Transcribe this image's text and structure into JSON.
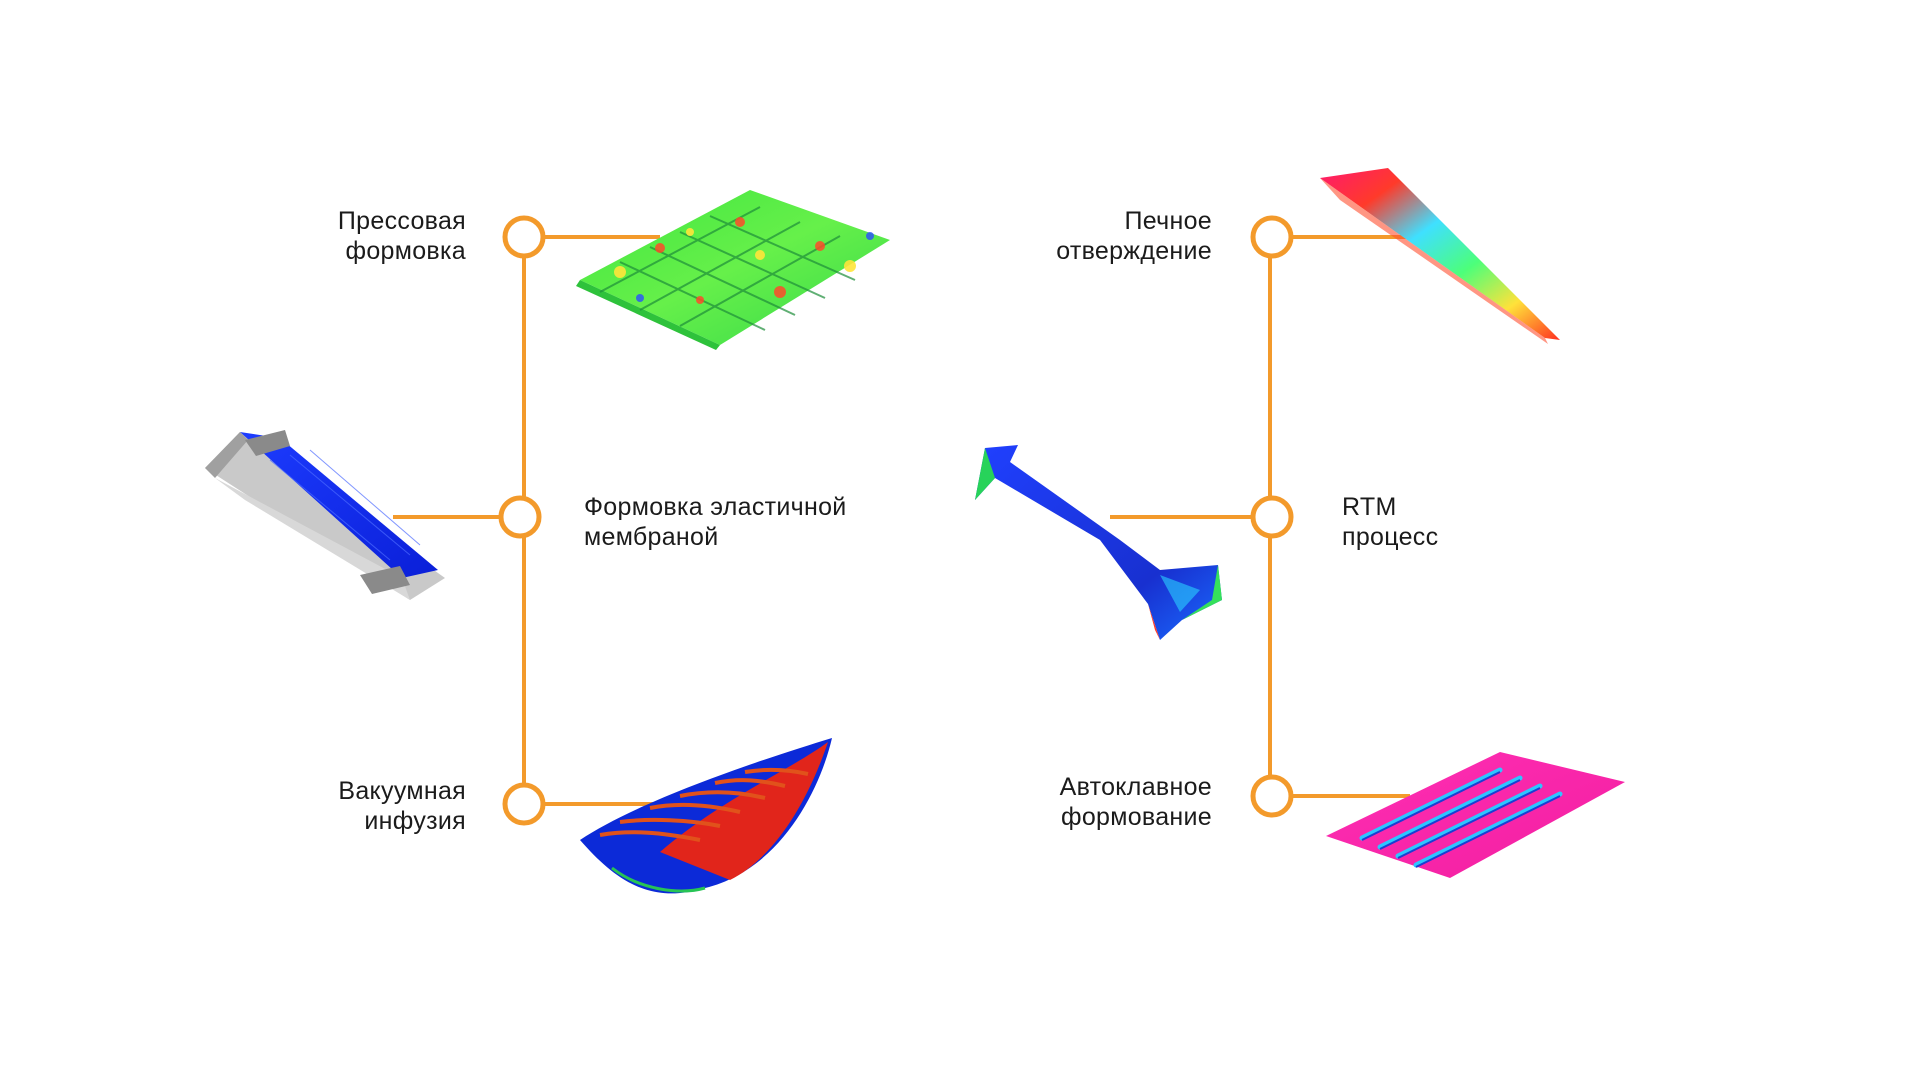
{
  "accent_color": "#F39A2B",
  "processes": [
    {
      "id": "press",
      "lines": [
        "Прессовая",
        "формовка"
      ]
    },
    {
      "id": "membrane",
      "lines": [
        "Формовка эластичной",
        "мембраной"
      ]
    },
    {
      "id": "vacuum",
      "lines": [
        "Вакуумная",
        "инфузия"
      ]
    },
    {
      "id": "oven",
      "lines": [
        "Печное",
        "отверждение"
      ]
    },
    {
      "id": "rtm",
      "lines": [
        "RTM",
        "процесс"
      ]
    },
    {
      "id": "autoclave",
      "lines": [
        "Автоклавное",
        "формование"
      ]
    }
  ]
}
